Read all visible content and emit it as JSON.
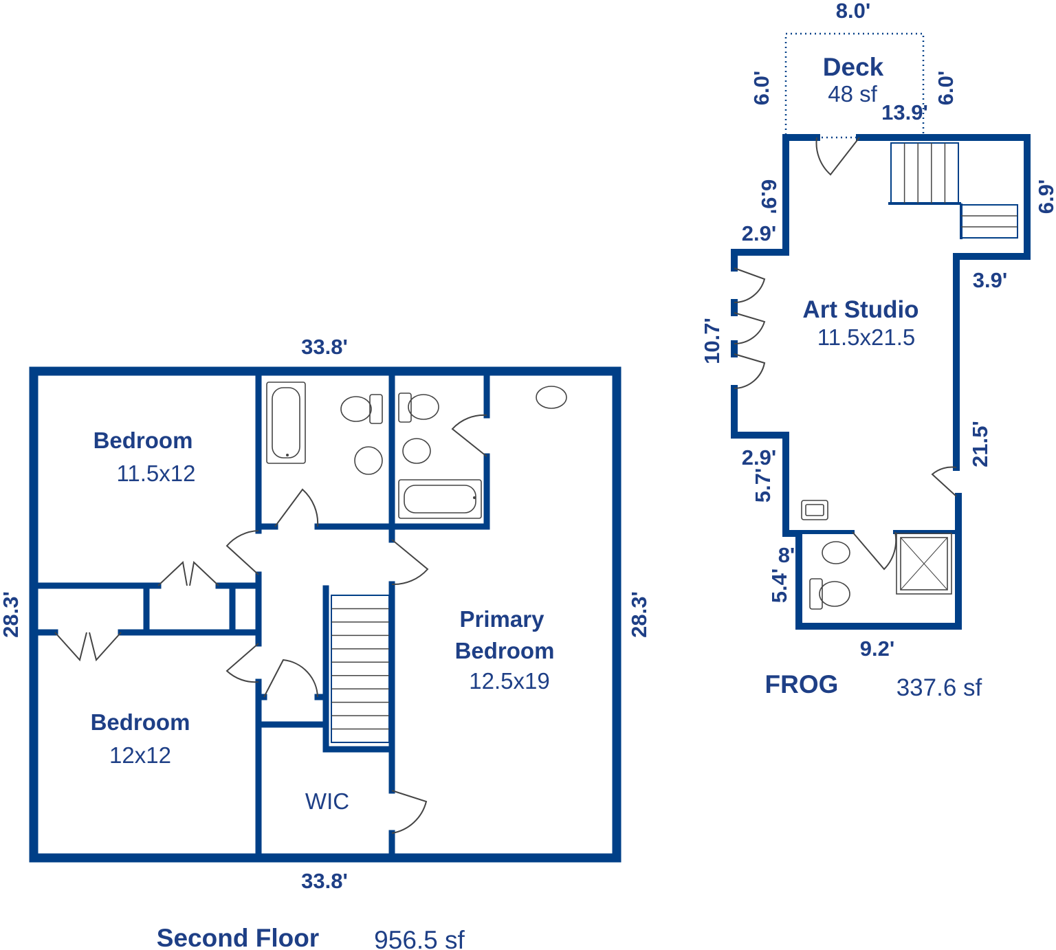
{
  "colors": {
    "wall": "#003f87",
    "text": "#1e3f86",
    "fixture": "#444444"
  },
  "second_floor": {
    "title": "Second Floor",
    "area": "956.5 sf",
    "dims": {
      "top": "33.8'",
      "bottom": "33.8'",
      "left": "28.3'",
      "right": "28.3'"
    },
    "rooms": {
      "bedroom_1": {
        "name": "Bedroom",
        "size": "11.5x12"
      },
      "bedroom_2": {
        "name": "Bedroom",
        "size": "12x12"
      },
      "primary": {
        "name_line1": "Primary",
        "name_line2": "Bedroom",
        "size": "12.5x19"
      },
      "wic": {
        "name": "WIC"
      }
    }
  },
  "frog": {
    "title": "FROG",
    "area": "337.6 sf",
    "studio": {
      "name": "Art Studio",
      "size": "11.5x21.5"
    },
    "deck": {
      "name": "Deck",
      "area": "48 sf"
    },
    "dims": {
      "deck_top": "8.0'",
      "deck_left": "6.0'",
      "deck_right": "6.0'",
      "top": "13.9'",
      "upper_left": "6.9'",
      "right_upper": "6.9'",
      "notch_top": "2.9'",
      "notch_bottom": "2.9'",
      "notch_side": "10.7'",
      "step_right": "3.9'",
      "right": "21.5'",
      "lower_left": "5.7'",
      "bath_left_top": "8'",
      "bath_left": "5.4'",
      "bottom": "9.2'"
    }
  }
}
